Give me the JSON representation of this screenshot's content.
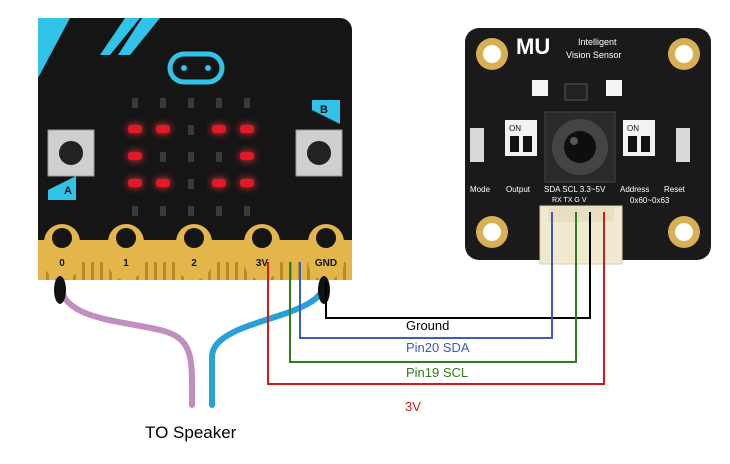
{
  "colors": {
    "ground": "#000000",
    "sda": "#3b5bbf",
    "scl": "#2f7d1f",
    "power": "#d11a1a",
    "speaker_purple": "#c08fc0",
    "speaker_blue": "#2aa0d8",
    "board_black": "#151515",
    "accent_cyan": "#31c3e8",
    "gold": "#e2b64a",
    "led_red": "#e5182a",
    "connector_cream": "#f1ead0"
  },
  "microbit": {
    "pins": [
      "0",
      "1",
      "2",
      "3V",
      "GND"
    ],
    "button_a": "A",
    "button_b": "B"
  },
  "sensor": {
    "logo": "MU",
    "title_line1": "Intelligent",
    "title_line2": "Vision Sensor",
    "switch_on_left": "ON",
    "switch_on_right": "ON",
    "left_labels": [
      "Mode",
      "Output"
    ],
    "right_labels": [
      "Address",
      "Reset"
    ],
    "address_value": "0x60~0x63",
    "pin_header": "SDA  SCL  3.3~5V",
    "pin_sub": "RX  TX  G  V"
  },
  "wires": {
    "ground": "Ground",
    "sda": "Pin20 SDA",
    "scl": "Pin19 SCL",
    "power": "3V"
  },
  "speaker_label": "TO Speaker"
}
